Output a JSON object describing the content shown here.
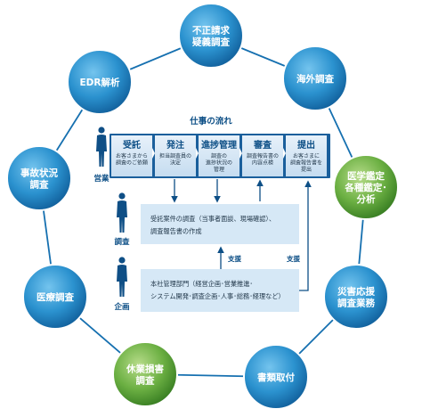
{
  "flow_title": "仕事の流れ",
  "roles": {
    "sales": "営業",
    "investigation": "調査",
    "planning": "企画"
  },
  "steps": [
    {
      "title": "受託",
      "desc": [
        "お客さまから",
        "調査のご依頼"
      ]
    },
    {
      "title": "発注",
      "desc": [
        "担当調査員の",
        "決定"
      ]
    },
    {
      "title": "進捗管理",
      "desc": [
        "調査の",
        "進捗状況の",
        "管理"
      ]
    },
    {
      "title": "審査",
      "desc": [
        "調査報告書の",
        "内容点検"
      ]
    },
    {
      "title": "提出",
      "desc": [
        "お客さまに",
        "調査報告書を",
        "提出"
      ]
    }
  ],
  "investigation_panel": {
    "lines": [
      "受託案件の調査（当事者面談、現場確認）、",
      "調査報告書の作成"
    ]
  },
  "planning_panel": {
    "lines": [
      "本社管理部門（経営企画･営業推進･",
      "システム開発･調査企画･人事･総務･経理など）"
    ]
  },
  "support_labels": [
    "支援",
    "支援"
  ],
  "nodes": [
    {
      "lines": [
        "不正請求",
        "疑義調査"
      ],
      "variant": "blue"
    },
    {
      "lines": [
        "海外調査"
      ],
      "variant": "blue"
    },
    {
      "lines": [
        "医学鑑定",
        "各種鑑定･",
        "分析"
      ],
      "variant": "green"
    },
    {
      "lines": [
        "災害応援",
        "調査業務"
      ],
      "variant": "blue"
    },
    {
      "lines": [
        "書類取付"
      ],
      "variant": "blue"
    },
    {
      "lines": [
        "休業損害",
        "調査"
      ],
      "variant": "green"
    },
    {
      "lines": [
        "医療調査"
      ],
      "variant": "blue"
    },
    {
      "lines": [
        "事故状況",
        "調査"
      ],
      "variant": "blue"
    },
    {
      "lines": [
        "EDR解析"
      ],
      "variant": "blue"
    }
  ],
  "colors": {
    "blue_node": "#1b86c6",
    "green_node": "#5aa63a",
    "ring": "#1670b0",
    "band": "#1a5f9c",
    "panel": "#d6e8f6",
    "step": "#cfe2f3"
  }
}
